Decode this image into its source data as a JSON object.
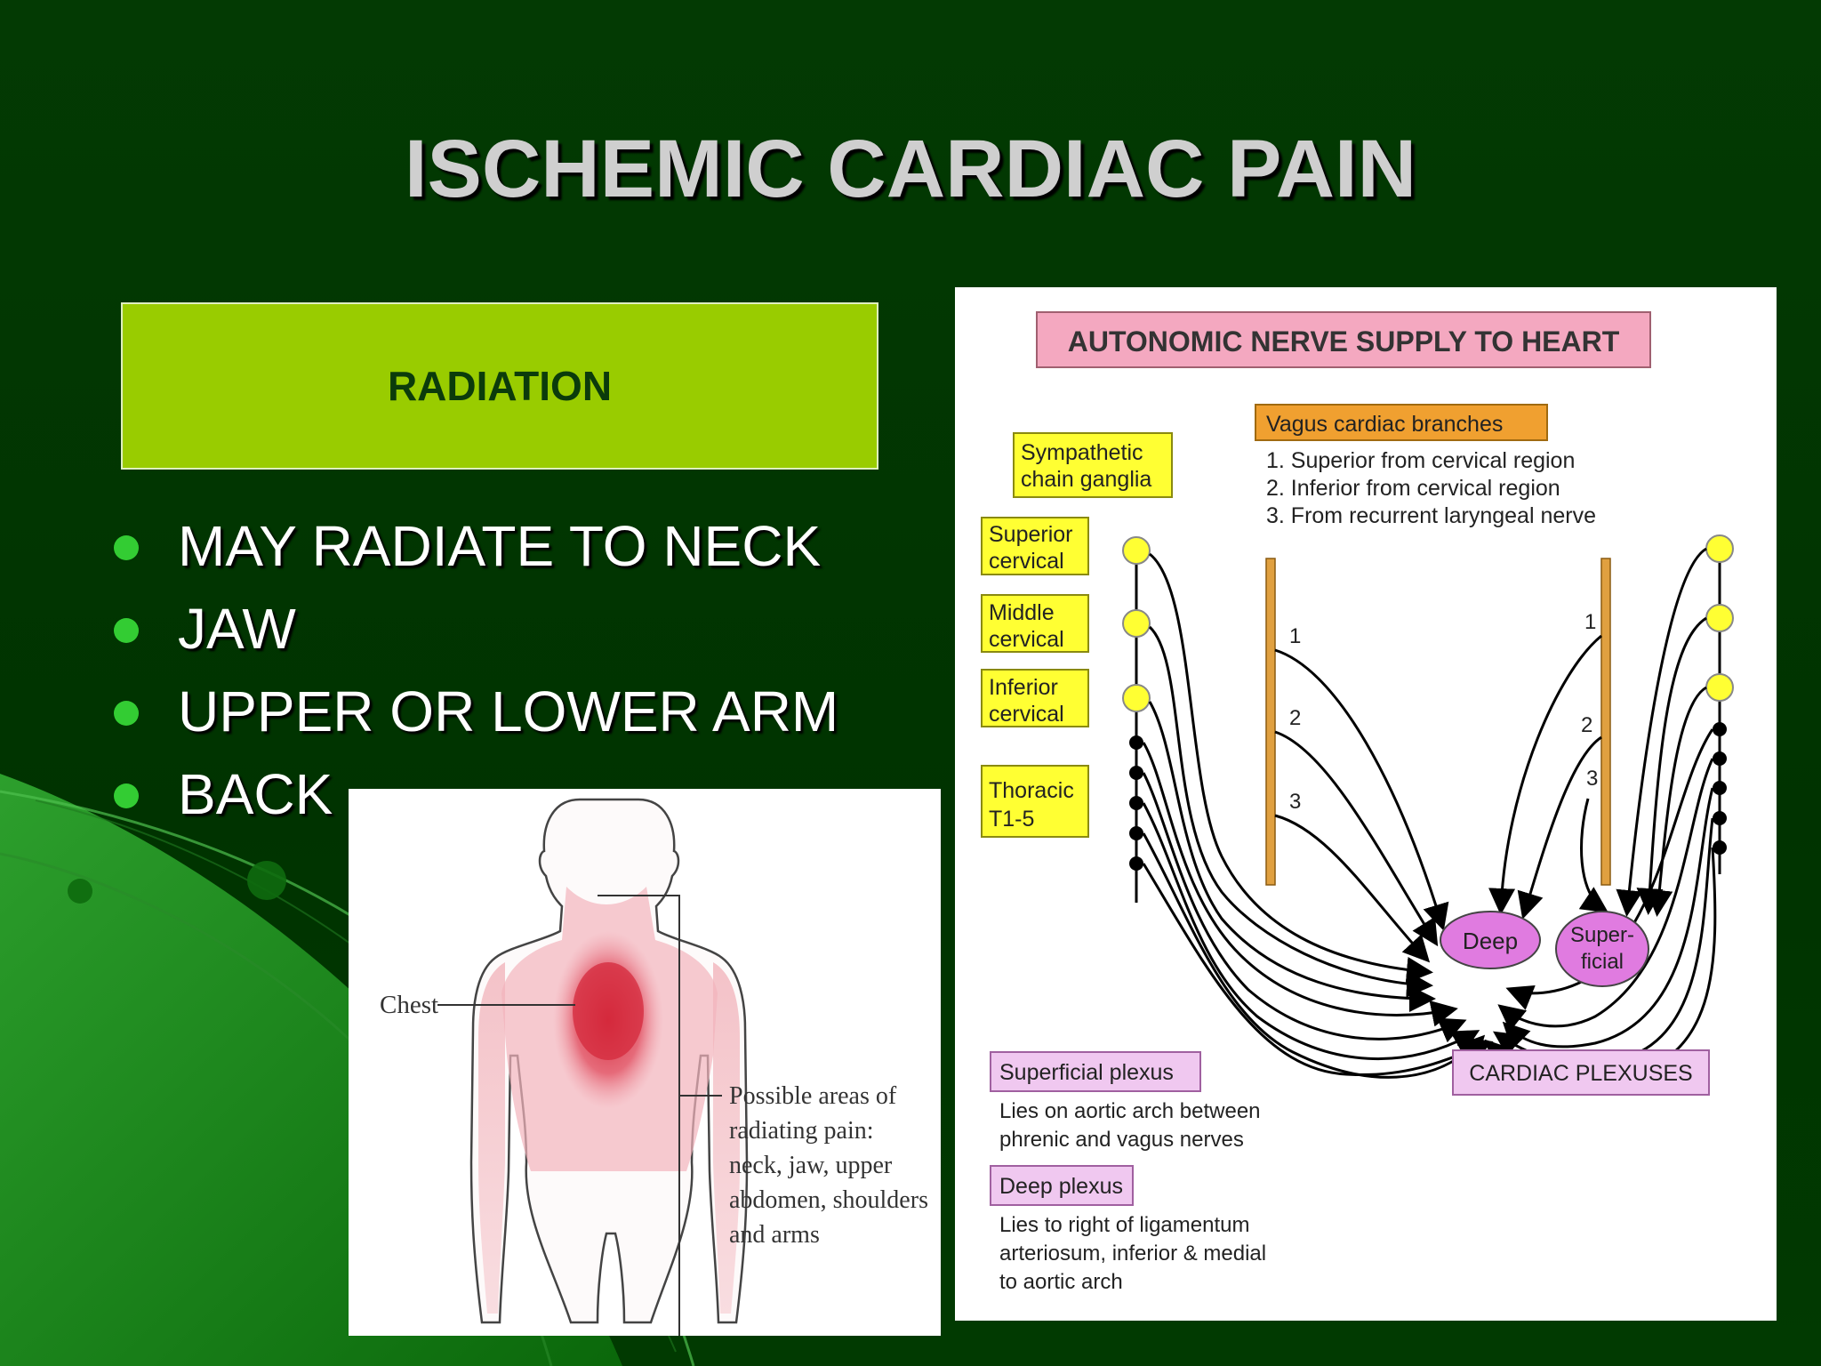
{
  "slide": {
    "title": "ISCHEMIC CARDIAC PAIN",
    "radiation_label": "RADIATION",
    "bullets": [
      "MAY RADIATE TO NECK",
      "JAW",
      "UPPER OR LOWER ARM",
      "BACK"
    ]
  },
  "body_figure": {
    "chest_label": "Chest",
    "note_lines": [
      "Possible areas of",
      "radiating pain:",
      "neck, jaw, upper",
      "abdomen, shoulders",
      "and arms"
    ]
  },
  "nerve_diagram": {
    "title": "AUTONOMIC NERVE SUPPLY TO HEART",
    "vagus_header": "Vagus cardiac branches",
    "vagus_items": [
      "1. Superior from cervical region",
      "2. Inferior from cervical region",
      "3. From recurrent laryngeal nerve"
    ],
    "sympathetic_label": [
      "Sympathetic",
      "chain ganglia"
    ],
    "superior_cervical": [
      "Superior",
      "cervical"
    ],
    "middle_cervical": [
      "Middle",
      "cervical"
    ],
    "inferior_cervical": [
      "Inferior",
      "cervical"
    ],
    "thoracic": [
      "Thoracic",
      "T1-5"
    ],
    "branch_numbers": [
      "1",
      "2",
      "3"
    ],
    "deep_label": "Deep",
    "superficial_label": [
      "Super-",
      "ficial"
    ],
    "cardiac_plexuses": "CARDIAC PLEXUSES",
    "superficial_plexus": "Superficial plexus",
    "superficial_desc": [
      "Lies on aortic arch between",
      "phrenic and vagus nerves"
    ],
    "deep_plexus": "Deep plexus",
    "deep_desc": [
      "Lies to right of ligamentum",
      "arteriosum, inferior & medial",
      "to aortic arch"
    ]
  },
  "colors": {
    "background": "#003300",
    "radiation_box": "#99cc00",
    "bullet": "#33cc33",
    "label_yellow": "#ffff33",
    "vagus_orange": "#f0a030",
    "plexus_purple": "#e07be0",
    "title_pink": "#f4a8c0"
  }
}
